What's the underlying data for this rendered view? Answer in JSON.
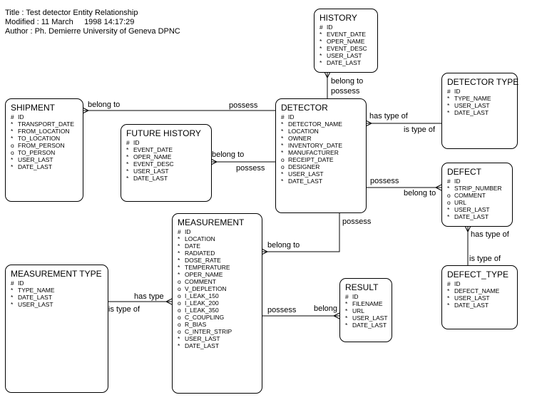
{
  "header": {
    "title": "Title : Test detector Entity Relationship",
    "modified": "Modified : 11 March     1998 14:17:29",
    "author": "Author : Ph. Demierre University of Geneva DPNC"
  },
  "entities": {
    "history": {
      "name": "HISTORY",
      "attributes": [
        {
          "marker": "#",
          "name": "ID"
        },
        {
          "marker": "*",
          "name": "EVENT_DATE"
        },
        {
          "marker": "*",
          "name": "OPER_NAME"
        },
        {
          "marker": "*",
          "name": "EVENT_DESC"
        },
        {
          "marker": "*",
          "name": "USER_LAST"
        },
        {
          "marker": "*",
          "name": "DATE_LAST"
        }
      ]
    },
    "detector_type": {
      "name": "DETECTOR TYPE",
      "attributes": [
        {
          "marker": "#",
          "name": "ID"
        },
        {
          "marker": "*",
          "name": "TYPE_NAME"
        },
        {
          "marker": "*",
          "name": "USER_LAST"
        },
        {
          "marker": "*",
          "name": "DATE_LAST"
        }
      ]
    },
    "shipment": {
      "name": "SHIPMENT",
      "attributes": [
        {
          "marker": "#",
          "name": "ID"
        },
        {
          "marker": "*",
          "name": "TRANSPORT_DATE"
        },
        {
          "marker": "*",
          "name": "FROM_LOCATION"
        },
        {
          "marker": "*",
          "name": "TO_LOCATION"
        },
        {
          "marker": "o",
          "name": "FROM_PERSON"
        },
        {
          "marker": "o",
          "name": "TO_PERSON"
        },
        {
          "marker": "*",
          "name": "USER_LAST"
        },
        {
          "marker": "*",
          "name": "DATE_LAST"
        }
      ]
    },
    "detector": {
      "name": "DETECTOR",
      "attributes": [
        {
          "marker": "#",
          "name": "ID"
        },
        {
          "marker": "*",
          "name": "DETECTOR_NAME"
        },
        {
          "marker": "*",
          "name": "LOCATION"
        },
        {
          "marker": "*",
          "name": "OWNER"
        },
        {
          "marker": "*",
          "name": "INVENTORY_DATE"
        },
        {
          "marker": "*",
          "name": "MANUFACTURER"
        },
        {
          "marker": "o",
          "name": "RECEIPT_DATE"
        },
        {
          "marker": "o",
          "name": "DESIGNER"
        },
        {
          "marker": "*",
          "name": "USER_LAST"
        },
        {
          "marker": "*",
          "name": "DATE_LAST"
        }
      ]
    },
    "future_history": {
      "name": "FUTURE HISTORY",
      "attributes": [
        {
          "marker": "#",
          "name": "ID"
        },
        {
          "marker": "*",
          "name": "EVENT_DATE"
        },
        {
          "marker": "*",
          "name": "OPER_NAME"
        },
        {
          "marker": "*",
          "name": "EVENT_DESC"
        },
        {
          "marker": "*",
          "name": "USER_LAST"
        },
        {
          "marker": "*",
          "name": "DATE_LAST"
        }
      ]
    },
    "defect": {
      "name": "DEFECT",
      "attributes": [
        {
          "marker": "#",
          "name": "ID"
        },
        {
          "marker": "*",
          "name": "STRIP_NUMBER"
        },
        {
          "marker": "o",
          "name": "COMMENT"
        },
        {
          "marker": "o",
          "name": "URL"
        },
        {
          "marker": "*",
          "name": "USER_LAST"
        },
        {
          "marker": "*",
          "name": "DATE_LAST"
        }
      ]
    },
    "measurement": {
      "name": "MEASUREMENT",
      "attributes": [
        {
          "marker": "#",
          "name": "ID"
        },
        {
          "marker": "*",
          "name": "LOCATION"
        },
        {
          "marker": "*",
          "name": "DATE"
        },
        {
          "marker": "*",
          "name": "RADIATED"
        },
        {
          "marker": "*",
          "name": "DOSE_RATE"
        },
        {
          "marker": "*",
          "name": "TEMPERATURE"
        },
        {
          "marker": "*",
          "name": "OPER_NAME"
        },
        {
          "marker": "o",
          "name": "COMMENT"
        },
        {
          "marker": "o",
          "name": "V_DEPLETION"
        },
        {
          "marker": "o",
          "name": "I_LEAK_150"
        },
        {
          "marker": "o",
          "name": "I_LEAK_200"
        },
        {
          "marker": "o",
          "name": "I_LEAK_350"
        },
        {
          "marker": "o",
          "name": "C_COUPLING"
        },
        {
          "marker": "o",
          "name": "R_BIAS"
        },
        {
          "marker": "o",
          "name": "C_INTER_STRIP"
        },
        {
          "marker": "*",
          "name": "USER_LAST"
        },
        {
          "marker": "*",
          "name": "DATE_LAST"
        }
      ]
    },
    "measurement_type": {
      "name": "MEASUREMENT TYPE",
      "attributes": [
        {
          "marker": "#",
          "name": "ID"
        },
        {
          "marker": "*",
          "name": "TYPE_NAME"
        },
        {
          "marker": "*",
          "name": "DATE_LAST"
        },
        {
          "marker": "*",
          "name": "USER_LAST"
        }
      ]
    },
    "result": {
      "name": "RESULT",
      "attributes": [
        {
          "marker": "#",
          "name": "ID"
        },
        {
          "marker": "*",
          "name": "FILENAME"
        },
        {
          "marker": "*",
          "name": "URL"
        },
        {
          "marker": "*",
          "name": "USER_LAST"
        },
        {
          "marker": "*",
          "name": "DATE_LAST"
        }
      ]
    },
    "defect_type": {
      "name": "DEFECT_TYPE",
      "attributes": [
        {
          "marker": "#",
          "name": "ID"
        },
        {
          "marker": "*",
          "name": "DEFECT_NAME"
        },
        {
          "marker": "*",
          "name": "USER_LAST"
        },
        {
          "marker": "*",
          "name": "DATE_LAST"
        }
      ]
    }
  },
  "relationships": {
    "history_detector": {
      "from": "HISTORY",
      "to": "DETECTOR",
      "label_many": "belong to",
      "label_one": "possess"
    },
    "shipment_detector": {
      "from": "SHIPMENT",
      "to": "DETECTOR",
      "label_many": "belong to",
      "label_one": "possess"
    },
    "future_detector": {
      "from": "FUTURE HISTORY",
      "to": "DETECTOR",
      "label_many": "belong to",
      "label_one": "possess"
    },
    "detector_type": {
      "from": "DETECTOR",
      "to": "DETECTOR TYPE",
      "label_many": "has type of",
      "label_one": "is type of"
    },
    "defect_detector": {
      "from": "DEFECT",
      "to": "DETECTOR",
      "label_many": "belong to",
      "label_one": "possess"
    },
    "measurement_detector": {
      "from": "MEASUREMENT",
      "to": "DETECTOR",
      "label_many": "belong to",
      "label_one": "possess"
    },
    "defect_defecttype": {
      "from": "DEFECT",
      "to": "DEFECT_TYPE",
      "label_many": "has type of",
      "label_one": "is type of"
    },
    "measurement_type": {
      "from": "MEASUREMENT",
      "to": "MEASUREMENT TYPE",
      "label_many": "has type",
      "label_one": "is type of"
    },
    "result_measurement": {
      "from": "RESULT",
      "to": "MEASUREMENT",
      "label_many": "belong",
      "label_one": "possess"
    }
  }
}
